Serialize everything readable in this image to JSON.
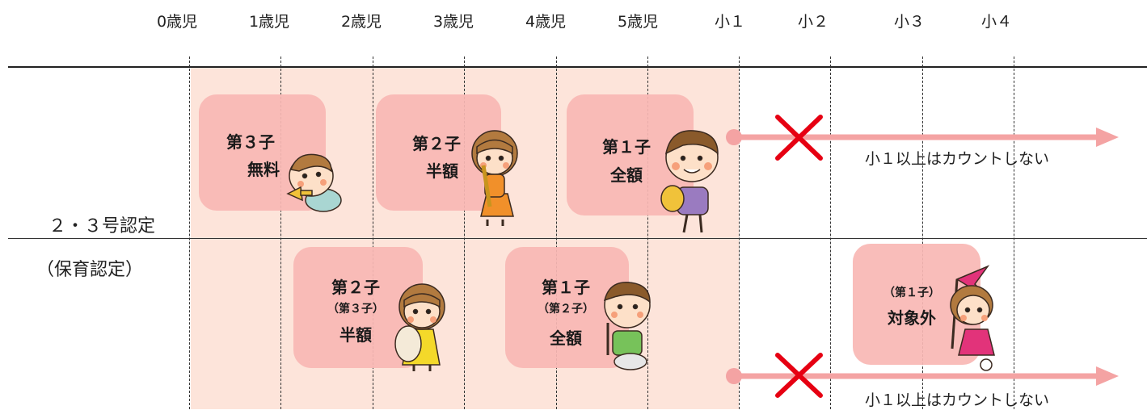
{
  "ages": [
    "0歳児",
    "1歳児",
    "2歳児",
    "3歳児",
    "4歳児",
    "5歳児",
    "小１",
    "小２",
    "小３",
    "小４"
  ],
  "category": {
    "line1": "２・３号認定",
    "line2": "（保育認定）"
  },
  "row1": {
    "boxes": [
      {
        "line1": "第３子",
        "line2": "無料"
      },
      {
        "line1": "第２子",
        "line2": "半額"
      },
      {
        "line1": "第１子",
        "line2": "全額"
      }
    ],
    "note": "小１以上はカウントしない"
  },
  "row2": {
    "boxes": [
      {
        "line1": "第２子",
        "paren": "（第３子）",
        "line2": "半額"
      },
      {
        "line1": "第１子",
        "paren": "（第２子）",
        "line2": "全額"
      },
      {
        "paren": "（第１子）",
        "line2": "対象外"
      }
    ],
    "note": "小１以上はカウントしない"
  },
  "colors": {
    "eligible_zone": "#fde4da",
    "box": "#f9b7b4",
    "arrow": "#f4a3a3",
    "cross": "#e60012"
  },
  "icons": [
    "crawling-baby-trumpet-icon",
    "girl-flute-icon",
    "boy-cymbal-icon",
    "girl-drum-icon",
    "boy-drum-icon",
    "girl-flag-icon"
  ]
}
